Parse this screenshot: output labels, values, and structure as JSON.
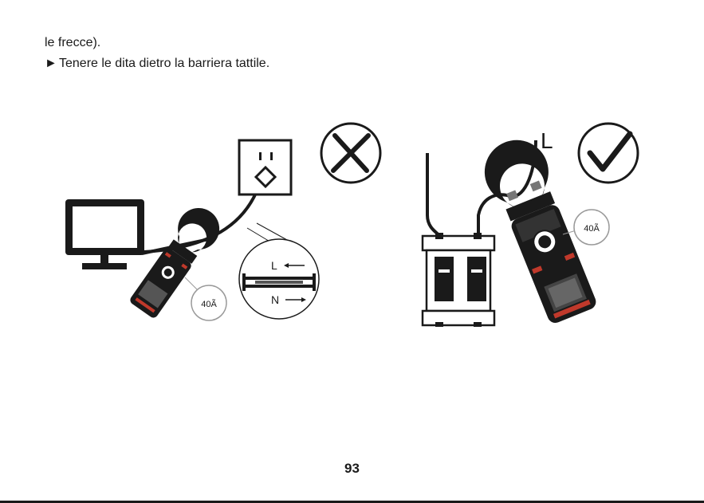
{
  "text": {
    "line1": "le frecce).",
    "line2_bullet": "►",
    "line2": "Tenere le dita dietro la barriera tattile."
  },
  "left_figure": {
    "range_label": "40Ã",
    "wire_L": "L",
    "wire_N": "N",
    "verdict_icon": "cross-icon"
  },
  "right_figure": {
    "range_label": "40Ã",
    "wire_L": "L",
    "verdict_icon": "check-icon"
  },
  "page_number": "93",
  "colors": {
    "ink": "#1a1a1a",
    "meter_red": "#c0392b"
  }
}
